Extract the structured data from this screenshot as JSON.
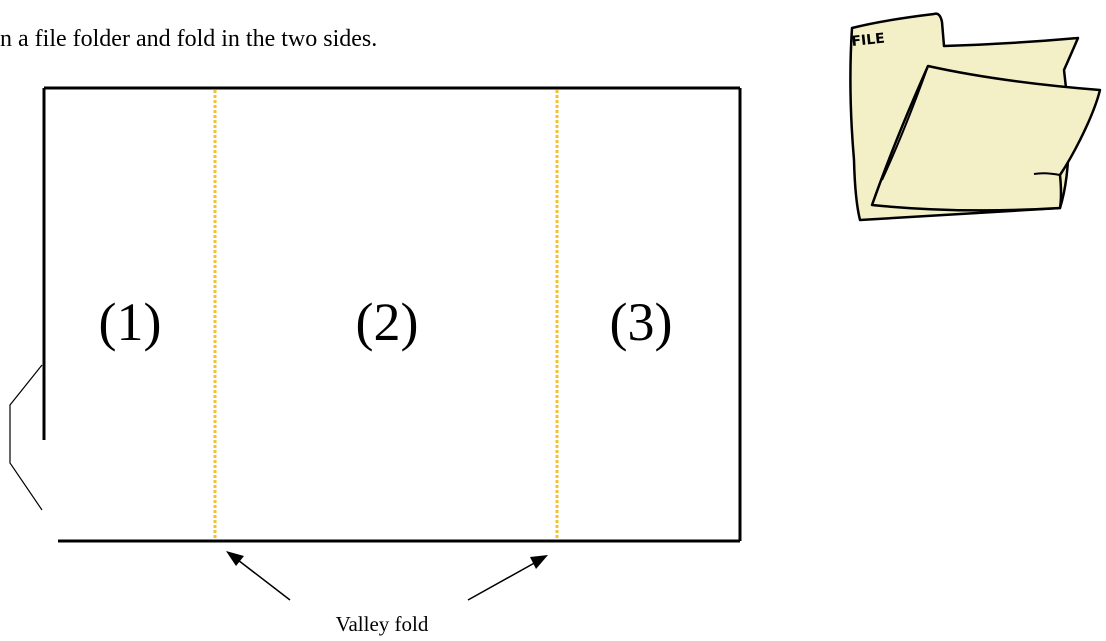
{
  "instruction": "n a file folder and fold in the two sides.",
  "panels": [
    {
      "label": "(1)"
    },
    {
      "label": "(2)"
    },
    {
      "label": "(3)"
    }
  ],
  "fold_caption": "Valley fold",
  "folder_icon": {
    "label": "FILE",
    "icon": "file-folder-icon",
    "fill_color": "#f3f0c8"
  },
  "fold_line_color": "#f2c230",
  "outline_color": "#000000"
}
